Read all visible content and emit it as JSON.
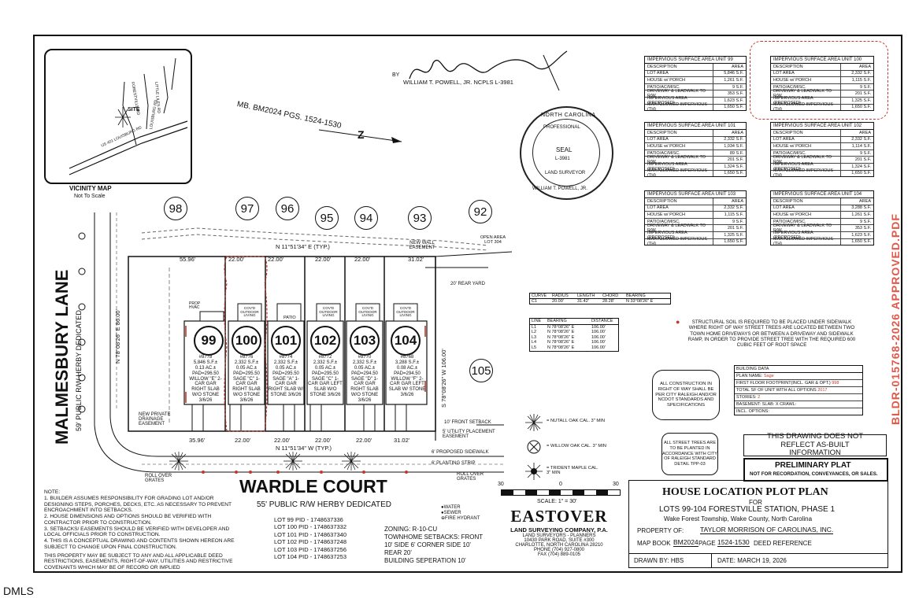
{
  "watermark": "BLDR-015768-2026 APPROVED.PDF",
  "vicinity": {
    "title": "VICINITY MAP",
    "scale": "Not To Scale",
    "site": "SITE",
    "roads": [
      "FORESTVILLE RD",
      "LITTLE LILES RD",
      "US 401 LOUISBURG RD",
      "LOUISBURG RD"
    ]
  },
  "mb_ref": "MB. BM2024 PGS. 1524-1530",
  "north_letter": "Z",
  "surveyor": {
    "by": "BY",
    "name": "WILLIAM T. POWELL, JR. NCPLS L-3981",
    "seal_top": "NORTH CAROLINA",
    "seal_prof": "PROFESSIONAL",
    "seal_word": "SEAL",
    "seal_num": "L-3981",
    "seal_land": "LAND SURVEYOR",
    "seal_bottom": "WILLIAM T. POWELL, JR."
  },
  "impervious_tables": [
    {
      "title": "IMPERVIOUS SURFACE AREA UNIT 99",
      "head": [
        "DESCRIPTION",
        "AREA"
      ],
      "rows": [
        [
          "LOT AREA",
          "5,846 S.F."
        ],
        [
          "HOUSE w/ PORCH",
          "1,261 S.F."
        ],
        [
          "PATIO/AC/MISC.",
          "9 S.F."
        ],
        [
          "DRIVEWAY & LEADWALK TO R/W",
          "353 S.F."
        ],
        [
          "IMPERVIOUS AREA (PROPOSED)",
          "1,623 S.F."
        ],
        [
          "MAX ALLOWED IMPERVIOUS (TH)",
          "1,650 S.F."
        ]
      ]
    },
    {
      "title": "IMPERVIOUS SURFACE AREA UNIT 100",
      "head": [
        "DESCRIPTION",
        "AREA"
      ],
      "rows": [
        [
          "LOT AREA",
          "2,332 S.F."
        ],
        [
          "HOUSE w/ PORCH",
          "1,115 S.F."
        ],
        [
          "PATIO/AC/MISC.",
          "9 S.F."
        ],
        [
          "DRIVEWAY & LEADWALK TO R/W",
          "201 S.F."
        ],
        [
          "IMPERVIOUS AREA (PROPOSED)",
          "1,325 S.F."
        ],
        [
          "MAX ALLOWED IMPERVIOUS (TH)",
          "1,650 S.F."
        ]
      ]
    },
    {
      "title": "IMPERVIOUS SURFACE AREA UNIT 101",
      "head": [
        "DESCRIPTION",
        "AREA"
      ],
      "rows": [
        [
          "LOT AREA",
          "2,332 S.F."
        ],
        [
          "HOUSE w/ PORCH",
          "1,034 S.F."
        ],
        [
          "PATIO/AC/MISC.",
          "89 S.F."
        ],
        [
          "DRIVEWAY & LEADWALK TO R/W",
          "201 S.F."
        ],
        [
          "IMPERVIOUS AREA (PROPOSED)",
          "1,324 S.F."
        ],
        [
          "MAX ALLOWED IMPERVIOUS (TH)",
          "1,650 S.F."
        ]
      ]
    },
    {
      "title": "IMPERVIOUS SURFACE AREA UNIT 102",
      "head": [
        "DESCRIPTION",
        "AREA"
      ],
      "rows": [
        [
          "LOT AREA",
          "2,332 S.F."
        ],
        [
          "HOUSE w/ PORCH",
          "1,114 S.F."
        ],
        [
          "PATIO/AC/MISC.",
          "9 S.F."
        ],
        [
          "DRIVEWAY & LEADWALK TO R/W",
          "201 S.F."
        ],
        [
          "IMPERVIOUS AREA (PROPOSED)",
          "1,324 S.F."
        ],
        [
          "MAX ALLOWED IMPERVIOUS (TH)",
          "1,650 S.F."
        ]
      ]
    },
    {
      "title": "IMPERVIOUS SURFACE AREA UNIT 103",
      "head": [
        "DESCRIPTION",
        "AREA"
      ],
      "rows": [
        [
          "LOT AREA",
          "2,332 S.F."
        ],
        [
          "HOUSE w/ PORCH",
          "1,115 S.F."
        ],
        [
          "PATIO/AC/MISC.",
          "9 S.F."
        ],
        [
          "DRIVEWAY & LEADWALK TO R/W",
          "201 S.F."
        ],
        [
          "IMPERVIOUS AREA (PROPOSED)",
          "1,325 S.F."
        ],
        [
          "MAX ALLOWED IMPERVIOUS (TH)",
          "1,650 S.F."
        ]
      ]
    },
    {
      "title": "IMPERVIOUS SURFACE AREA UNIT 104",
      "head": [
        "DESCRIPTION",
        "AREA"
      ],
      "rows": [
        [
          "LOT AREA",
          "3,288 S.F."
        ],
        [
          "HOUSE w/ PORCH",
          "1,261 S.F."
        ],
        [
          "PATIO/AC/MISC.",
          "9 S.F."
        ],
        [
          "DRIVEWAY & LEADWALK TO R/W",
          "353 S.F."
        ],
        [
          "IMPERVIOUS AREA (PROPOSED)",
          "1,623 S.F."
        ],
        [
          "MAX ALLOWED IMPERVIOUS (TH)",
          "1,650 S.F."
        ]
      ]
    }
  ],
  "curve_table": {
    "head": [
      "CURVE",
      "RADIUS",
      "LENGTH",
      "CHORD",
      "BEARING"
    ],
    "rows": [
      [
        "C1",
        "20.00'",
        "31.42'",
        "28.28'",
        "N 33°08'26\" E"
      ]
    ]
  },
  "line_table": {
    "head": [
      "LINE",
      "BEARING",
      "DISTANCE"
    ],
    "rows": [
      [
        "L1",
        "N 78°08'26\" E",
        "106.00'"
      ],
      [
        "L2",
        "N 78°08'26\" E",
        "106.00'"
      ],
      [
        "L3",
        "N 78°08'26\" E",
        "106.00'"
      ],
      [
        "L4",
        "N 78°08'26\" E",
        "106.00'"
      ],
      [
        "L5",
        "N 78°08'26\" E",
        "106.00'"
      ]
    ]
  },
  "soil_note": "STRUCTURAL SOIL IS REQUIRED TO BE PLACED UNDER SIDEWALK WHERE RIGHT OF WAY STREET TREES ARE LOCATED BETWEEN TWO TOWN HOME DRIVEWAYS OR BETWEEN A DRIVEWAY AND SIDEWALK RAMP, IN ORDER TO PROVIDE STREET TREE WITH THE REQUIRED 600 CUBIC FEET OF ROOT SPACE",
  "building_data": {
    "title": "BUILDING DATA",
    "rows": [
      {
        "label": "PLAN NAME:",
        "value": "Sage"
      },
      {
        "label": "FIRST FLOOR FOOTPRINT(INCL. GAR & OPT.)",
        "value": "998"
      },
      {
        "label": "TOTAL SF OF UNIT WITH ALL OPTIONS",
        "value": "2017"
      },
      {
        "label": "STORIES:",
        "value": "2"
      },
      {
        "label": "BASEMENT:",
        "value": "SLAB: X  CRAWL:"
      },
      {
        "label": "INCL. OPTIONS:",
        "value": ""
      }
    ]
  },
  "construction_note": "ALL CONSTRUCTION IN RIGHT OF WAY SHALL BE PER CITY RALEIGH AND/OR NCDOT STANDARDS AND SPECIFICATIONS",
  "street_tree_note": "ALL STREET TREES ARE TO BE PLANTED IN ACCORDANCE WITH CITY OF RALEIGH STANDARD DETAIL TPP-03",
  "tree_legend": [
    {
      "label": "= NUTALL OAK CAL. 3\" MIN"
    },
    {
      "label": "= WILLOW OAK CAL. 3\" MIN"
    },
    {
      "label": "= TRIDENT MAPLE CAL. 3\" MIN"
    }
  ],
  "asbuilt_note": "THIS DRAWING DOES NOT REFLECT AS-BUILT INFORMATION",
  "prelim": {
    "title": "PRELIMINARY PLAT",
    "sub": "NOT FOR RECORDATION, CONVEYANCES, OR SALES."
  },
  "plan": {
    "street_left": "MALMESBURY LANE",
    "street_left_sub": "59' PUBLIC R/W HERBY DEDICATED",
    "street_bottom": "WARDLE COURT",
    "street_bottom_sub": "55' PUBLIC R/W HERBY DEDICATED",
    "left_bearing": "N 78°08'26\" E 86.00'",
    "right_bearing": "S 78°08'26\" W 106.00'",
    "top_bearing": "N 11°51'34\" E (TYP.)",
    "bottom_bearing": "N 11°51'34\" W (TYP.)",
    "top_dims": [
      "55.96'",
      "22.00'",
      "22.00'",
      "22.00'",
      "22.00'",
      "31.02'"
    ],
    "bottom_dims": [
      "35.96'",
      "22.00'",
      "22.00'",
      "22.00'",
      "22.00'",
      "31.02'"
    ],
    "rear_yard": "20' REAR YARD",
    "front_setback": "10' FRONT SETBACK",
    "utility_easement": "5' UTILITY PLACEMENT EASEMENT",
    "sidewalk": "6' PROPOSED SIDEWALK",
    "planting_strip": "6' PLANTING STRIP",
    "new_wall": "NEW WALL EASEMENT",
    "open_area": "OPEN AREA LOT 304",
    "drainage": "NEW PRIVATE DRAINAGE EASEMENT",
    "rollover_left": "ROLL OVER GRATES",
    "rollover_right": "ROLL OVER GRATES",
    "top_lots": [
      "98",
      "97",
      "96",
      "95",
      "94",
      "93",
      "92"
    ],
    "right_lot": "105",
    "patio": "PATIO",
    "covd": "COV'D OUTDOOR LIVING",
    "prop_hvac": "PROP HVAC",
    "lots": [
      {
        "num": "99",
        "id": "#8778",
        "sf": "5,846 S.F.±",
        "ac": "0.13 AC.±",
        "pad": "PAD=296.50",
        "plan": "WILLOW \"E\" 2-CAR GAR RIGHT SLAB W/O STONE 3/6/26"
      },
      {
        "num": "100",
        "id": "#8776",
        "sf": "2,332 S.F.±",
        "ac": "0.05 AC.±",
        "pad": "PAD=295.50",
        "plan": "SAGE \"C\" 1-CAR GAR RIGHT SLAB W/O STONE 3/6/26"
      },
      {
        "num": "101",
        "id": "#8774",
        "sf": "2,332 S.F.±",
        "ac": "0.05 AC.±",
        "pad": "PAD=295.50",
        "plan": "SAGE \"A\" 1-CAR GAR RIGHT SLAB W/ STONE 3/6/26"
      },
      {
        "num": "102",
        "id": "#8772",
        "sf": "2,332 S.F.±",
        "ac": "0.05 AC.±",
        "pad": "PAD=295.50",
        "plan": "SAGE \"C\" 1-CAR GAR LEFT SLAB W/O STONE 3/6/26"
      },
      {
        "num": "103",
        "id": "#8770",
        "sf": "2,332 S.F.±",
        "ac": "0.05 AC.±",
        "pad": "PAD=294.50",
        "plan": "SAGE \"D\" 1-CAR GAR RIGHT SLAB W/O STONE 3/6/26"
      },
      {
        "num": "104",
        "id": "#8768",
        "sf": "3,288 S.F.±",
        "ac": "0.08 AC.±",
        "pad": "PAD=294.50",
        "plan": "WILLOW \"F\" 2-CAR GAR LEFT SLAB W/ STONE 3/6/26"
      }
    ]
  },
  "notes": [
    "NOTE:",
    "1. BUILDER ASSUMES RESPONSIBILITY FOR GRADING LOT AND/OR DESIGNING STEPS, PORCHES, DECKS, ETC. AS NECESSARY TO PREVENT ENCROACHMENT INTO SETBACKS.",
    "2. HOUSE DIMENSIONS AND OPTIONS SHOULD BE VERIFIED WITH CONTRACTOR PRIOR TO CONSTRUCTION.",
    "3. SETBACKS/ EASEMENTS SHOULD BE VERIFIED WITH DEVELOPER AND LOCAL OFFICIALS PRIOR TO CONSTRUCTION.",
    "4. THIS IS A CONCEPTUAL DRAWING AND CONTENTS SHOWN HEREON ARE SUBJECT TO CHANGE UPON FINAL CONSTRUCTION.",
    "THIS PROPERTY MAY BE SUBJECT TO ANY AND ALL APPLICABLE DEED RESTRICTIONS, EASEMENTS, RIGHT-OF-WAY, UTILITIES AND RESTRICTIVE COVENANTS WHICH MAY BE OF RECORD OR IMPLIED"
  ],
  "pids": [
    "LOT 99 PID - 1748637336",
    "LOT 100 PID - 1748637332",
    "LOT 101 PID - 1748637340",
    "LOT 102 PID - 1748637248",
    "LOT 103 PID - 1748637256",
    "LOT 104 PID - 1748637253"
  ],
  "zoning": [
    "ZONING: R-10-CU",
    "TOWNHOME SETBACKS: FRONT",
    "10' SIDE 6' CORNER SIDE 10'",
    "REAR 20'",
    "BUILDING SEPERATION 10'"
  ],
  "utility_legend": [
    "WATER",
    "SEWER",
    "FIRE HYDRANT"
  ],
  "company": {
    "name": "EASTOVER",
    "sub": "LAND SURVEYING COMPANY, P.A.",
    "line1": "LAND SURVEYORS - PLANNERS",
    "line2": "10430 PARK ROAD, SUITE #300",
    "line3": "CHARLOTTE, NORTH CAROLINA 28210",
    "line4": "PHONE (704) 927-0800",
    "line5": "FAX (704) 889-0105"
  },
  "scale": {
    "left": "30",
    "mid": "0",
    "right": "30",
    "label": "SCALE: 1\" = 30'"
  },
  "title_block": {
    "title": "HOUSE LOCATION PLOT PLAN",
    "for": "FOR",
    "lots": "LOTS 99-104 FORESTVILLE STATION, PHASE 1",
    "location": "Wake Forest Township, Wake County, North Carolina",
    "property_label": "PROPERTY OF:",
    "property": "TAYLOR MORRISON OF CAROLINAS, INC.",
    "mapbook_label": "MAP BOOK",
    "mapbook": "BM2024",
    "page_label": "PAGE",
    "page": "1524-1530",
    "deed": "DEED REFERENCE",
    "drawn": "DRAWN BY: HBS",
    "date": "DATE: MARCH 19, 2026"
  },
  "dmls": "DMLS"
}
